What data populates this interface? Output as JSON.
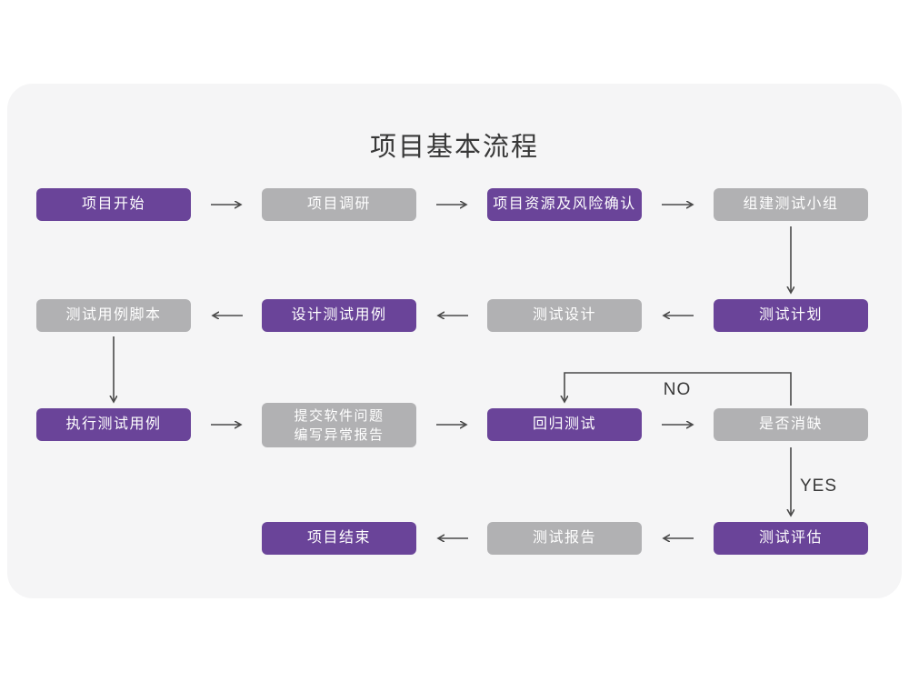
{
  "title": "项目基本流程",
  "colors": {
    "purple": "#6a4499",
    "gray": "#b1b1b3",
    "arrow": "#4a4a4a",
    "title_text": "#383838",
    "box_text": "#ffffff",
    "card": "#f5f5f6",
    "page_background": "#ffffff"
  },
  "flowchart": {
    "nodes": [
      {
        "id": "project-start",
        "label": "项目开始",
        "variant": "purple",
        "row": 1,
        "col": 1
      },
      {
        "id": "project-research",
        "label": "项目调研",
        "variant": "gray",
        "row": 1,
        "col": 2
      },
      {
        "id": "resource-risk-confirm",
        "label": "项目资源及风险确认",
        "variant": "purple",
        "row": 1,
        "col": 3
      },
      {
        "id": "build-test-team",
        "label": "组建测试小组",
        "variant": "gray",
        "row": 1,
        "col": 4
      },
      {
        "id": "test-case-script",
        "label": "测试用例脚本",
        "variant": "gray",
        "row": 2,
        "col": 1
      },
      {
        "id": "design-test-case",
        "label": "设计测试用例",
        "variant": "purple",
        "row": 2,
        "col": 2
      },
      {
        "id": "test-design",
        "label": "测试设计",
        "variant": "gray",
        "row": 2,
        "col": 3
      },
      {
        "id": "test-plan",
        "label": "测试计划",
        "variant": "purple",
        "row": 2,
        "col": 4
      },
      {
        "id": "run-test-case",
        "label": "执行测试用例",
        "variant": "purple",
        "row": 3,
        "col": 1
      },
      {
        "id": "submit-issues",
        "label": "提交软件问题 编写异常报告",
        "lines": [
          "提交软件问题",
          "编写异常报告"
        ],
        "variant": "gray",
        "row": 3,
        "col": 2
      },
      {
        "id": "regression-test",
        "label": "回归测试",
        "variant": "purple",
        "row": 3,
        "col": 3
      },
      {
        "id": "defect-cleared",
        "label": "是否消缺",
        "variant": "gray",
        "row": 3,
        "col": 4
      },
      {
        "id": "project-end",
        "label": "项目结束",
        "variant": "purple",
        "row": 4,
        "col": 2
      },
      {
        "id": "test-report",
        "label": "测试报告",
        "variant": "gray",
        "row": 4,
        "col": 3
      },
      {
        "id": "test-evaluation",
        "label": "测试评估",
        "variant": "purple",
        "row": 4,
        "col": 4
      }
    ],
    "branch_labels": {
      "no": "NO",
      "yes": "YES"
    }
  }
}
